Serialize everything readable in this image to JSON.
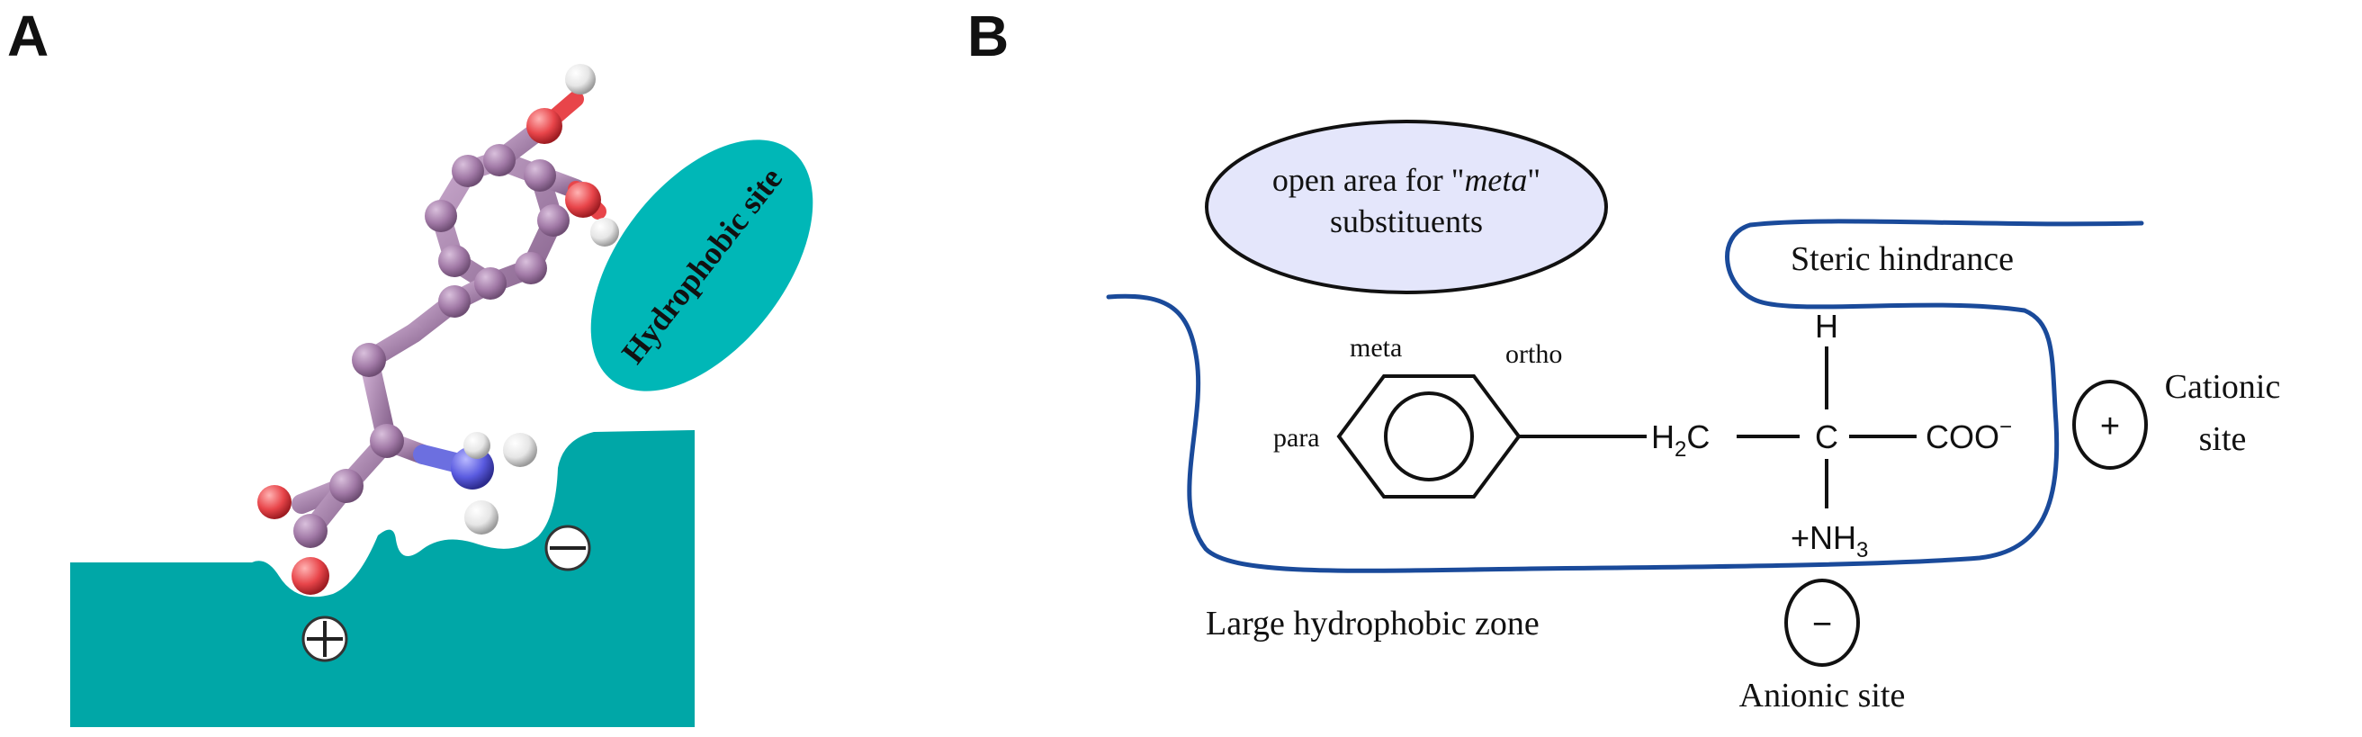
{
  "panel_a": {
    "label": "A",
    "hydrophobic_site_label": "Hydrophobic site",
    "colors": {
      "protein": "#00a7a7",
      "carbon_atom": "#a27aa7",
      "oxygen_atom": "#e8454a",
      "nitrogen_atom": "#5a5be0",
      "hydrogen_atom": "#e6e6e6"
    },
    "charges": {
      "positive": "+",
      "negative": "−"
    }
  },
  "panel_b": {
    "label": "B",
    "open_area_text_1": "open area for \"",
    "open_area_text_meta": "meta",
    "open_area_text_2": "\"",
    "open_area_text_3": "substituents",
    "steric_hindrance": "Steric hindrance",
    "meta": "meta",
    "ortho": "ortho",
    "para": "para",
    "h_top": "H",
    "h2c": "H",
    "h2c_sub": "2",
    "h2c_c": "C",
    "c_center": "C",
    "coo": "COO",
    "coo_sup": "−",
    "nh3_prefix": "+NH",
    "nh3_sub": "3",
    "cationic_site_1": "Cationic",
    "cationic_site_2": "site",
    "cation_symbol": "+",
    "anion_symbol": "−",
    "large_zone": "Large hydrophobic zone",
    "anionic_site": "Anionic site",
    "colors": {
      "outline_blue": "#1a4a9a",
      "ellipse_fill": "#e4e6fb"
    }
  }
}
